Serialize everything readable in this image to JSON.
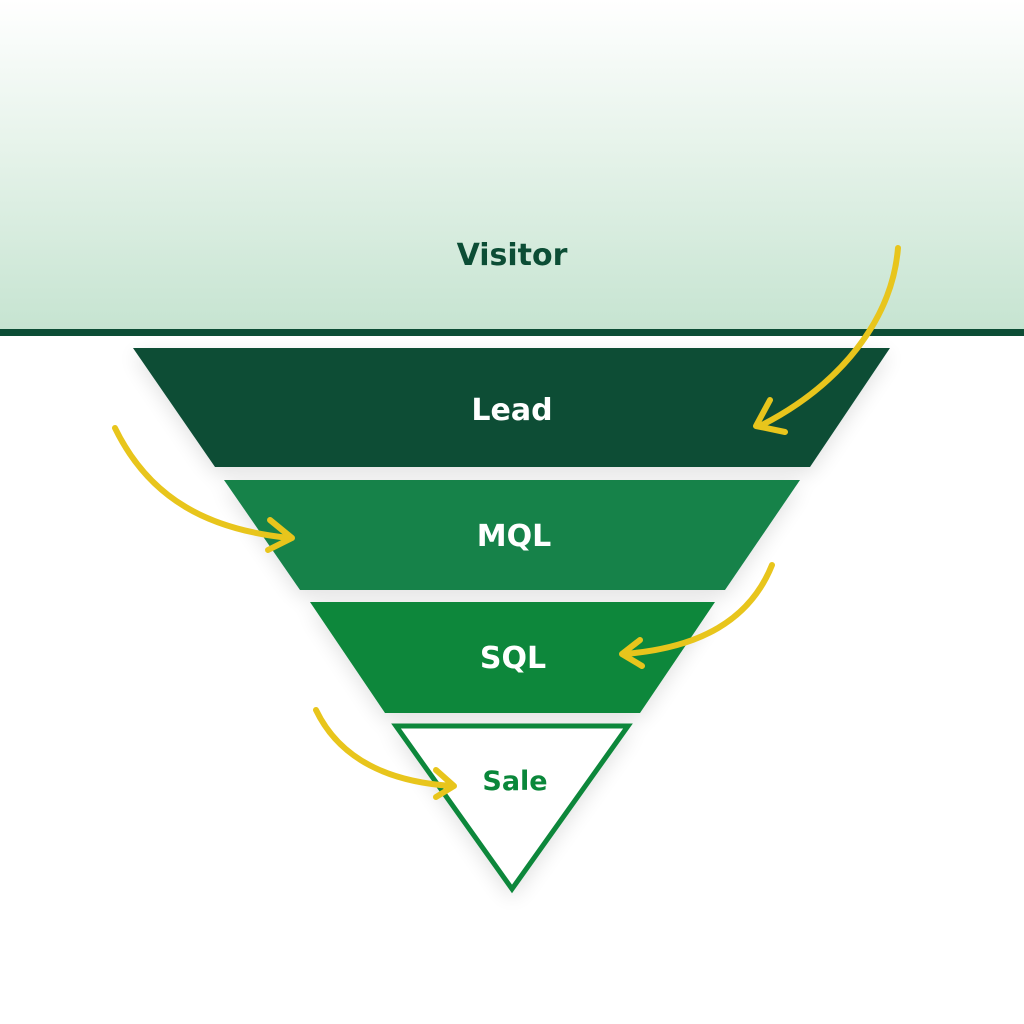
{
  "stages": [
    {
      "label": "Visitor",
      "color": "#0c4d35"
    },
    {
      "label": "Lead",
      "color": "#0d4d35"
    },
    {
      "label": "MQL",
      "color": "#13824a"
    },
    {
      "label": "SQL",
      "color": "#0a873a"
    },
    {
      "label": "Sale",
      "color": "#0a873a"
    }
  ],
  "arrow_color": "#e8c51c"
}
